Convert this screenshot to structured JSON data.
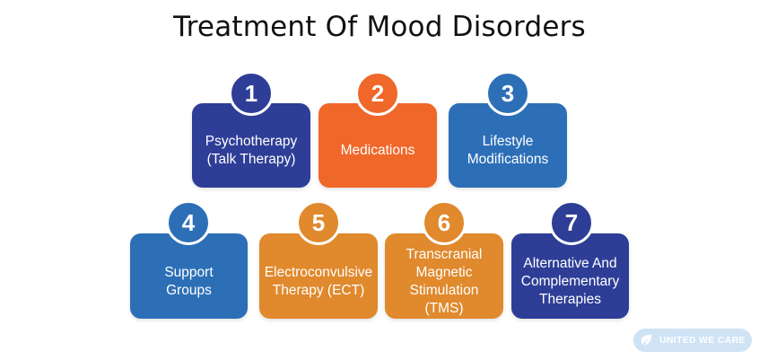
{
  "title": "Treatment Of Mood Disorders",
  "items": [
    {
      "number": "1",
      "label": "Psychotherapy\n(Talk Therapy)",
      "color": "#2e3e97"
    },
    {
      "number": "2",
      "label": "Medications",
      "color": "#f0672a"
    },
    {
      "number": "3",
      "label": "Lifestyle\nModifications",
      "color": "#2d6fb7"
    },
    {
      "number": "4",
      "label": "Support\nGroups",
      "color": "#2d6fb7"
    },
    {
      "number": "5",
      "label": "Electroconvulsive\nTherapy (ECT)",
      "color": "#e0892d"
    },
    {
      "number": "6",
      "label": "Transcranial\nMagnetic\nStimulation (TMS)",
      "color": "#e0892d"
    },
    {
      "number": "7",
      "label": "Alternative And\nComplementary\nTherapies",
      "color": "#2e3e97"
    }
  ],
  "logo": {
    "text": "UNITED WE CARE",
    "icon": "leaf-heart-icon",
    "color": "#cfe3f5"
  }
}
